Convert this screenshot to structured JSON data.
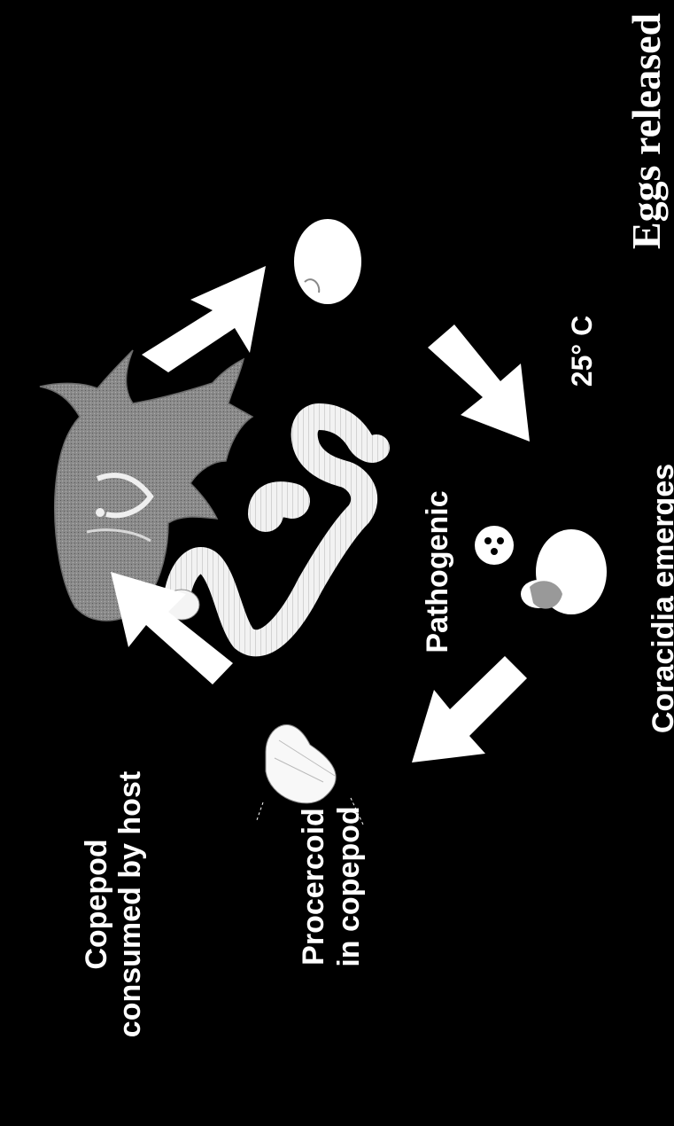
{
  "labels": {
    "eggs_released": "Eggs released",
    "temperature": "25° C",
    "coracidia_emerges": "Coracidia emerges",
    "pathogenic": "Pathogenic",
    "procercoid_line1": "Procercoid",
    "procercoid_line2": "in copepod",
    "copepod_line1": "Copepod",
    "copepod_line2": "consumed by host"
  },
  "colors": {
    "background": "#000000",
    "text": "#ffffff",
    "fish": "#8c8c8c",
    "worm": "#efefef",
    "egg": "#ffffff"
  }
}
